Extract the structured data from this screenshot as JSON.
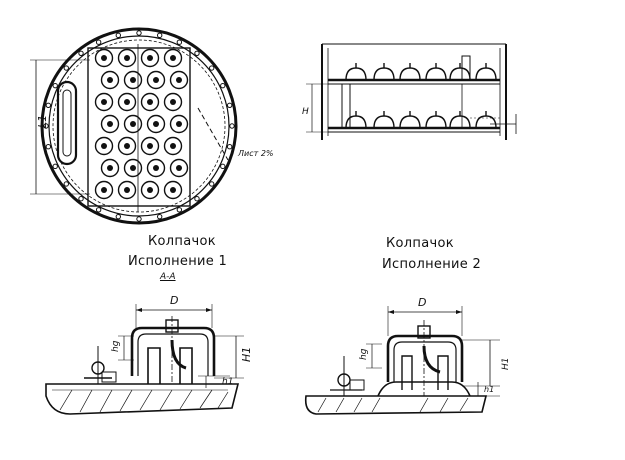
{
  "captions": {
    "left_title": "Колпачок",
    "left_variant": "Исполнение 1",
    "section": "А-А",
    "right_title": "Колпачок",
    "right_variant": "Исполнение 2"
  },
  "annotations": {
    "detail_note": "Лист 2%",
    "dim_D_left": "D",
    "dim_D_right": "D",
    "dim_hg_left": "hg",
    "dim_H1_left": "H1",
    "dim_h1_left": "h1",
    "dim_hg_right": "hg",
    "dim_H1_right": "H1",
    "dim_h1_right": "h1",
    "dim_top_view": "L1",
    "dim_front_view": "H"
  }
}
